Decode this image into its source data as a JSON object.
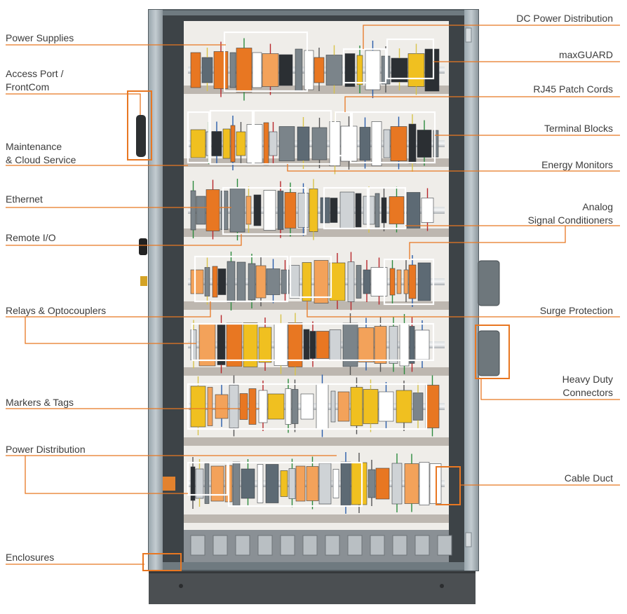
{
  "accent": "#e87722",
  "callouts": [
    {
      "id": "power-supplies",
      "lines": [
        "Power Supplies"
      ]
    },
    {
      "id": "access-port",
      "lines": [
        "Access Port /",
        "FrontCom"
      ]
    },
    {
      "id": "maintenance",
      "lines": [
        "Maintenance",
        "& Cloud Service"
      ]
    },
    {
      "id": "ethernet",
      "lines": [
        "Ethernet"
      ]
    },
    {
      "id": "remote-io",
      "lines": [
        "Remote I/O"
      ]
    },
    {
      "id": "relays",
      "lines": [
        "Relays & Optocouplers"
      ]
    },
    {
      "id": "markers",
      "lines": [
        "Markers & Tags"
      ]
    },
    {
      "id": "power-distribution",
      "lines": [
        "Power Distribution"
      ]
    },
    {
      "id": "enclosures",
      "lines": [
        "Enclosures"
      ]
    },
    {
      "id": "dc-power",
      "lines": [
        "DC Power Distribution"
      ]
    },
    {
      "id": "maxguard",
      "lines": [
        "maxGUARD"
      ]
    },
    {
      "id": "rj45",
      "lines": [
        "RJ45 Patch Cords"
      ]
    },
    {
      "id": "terminal-blocks",
      "lines": [
        "Terminal Blocks"
      ]
    },
    {
      "id": "energy-monitors",
      "lines": [
        "Energy Monitors"
      ]
    },
    {
      "id": "analog",
      "lines": [
        "Analog",
        "Signal Conditioners"
      ]
    },
    {
      "id": "surge",
      "lines": [
        "Surge Protection"
      ]
    },
    {
      "id": "heavy-duty",
      "lines": [
        "Heavy Duty",
        "Connectors"
      ]
    },
    {
      "id": "cable-duct",
      "lines": [
        "Cable Duct"
      ]
    }
  ]
}
